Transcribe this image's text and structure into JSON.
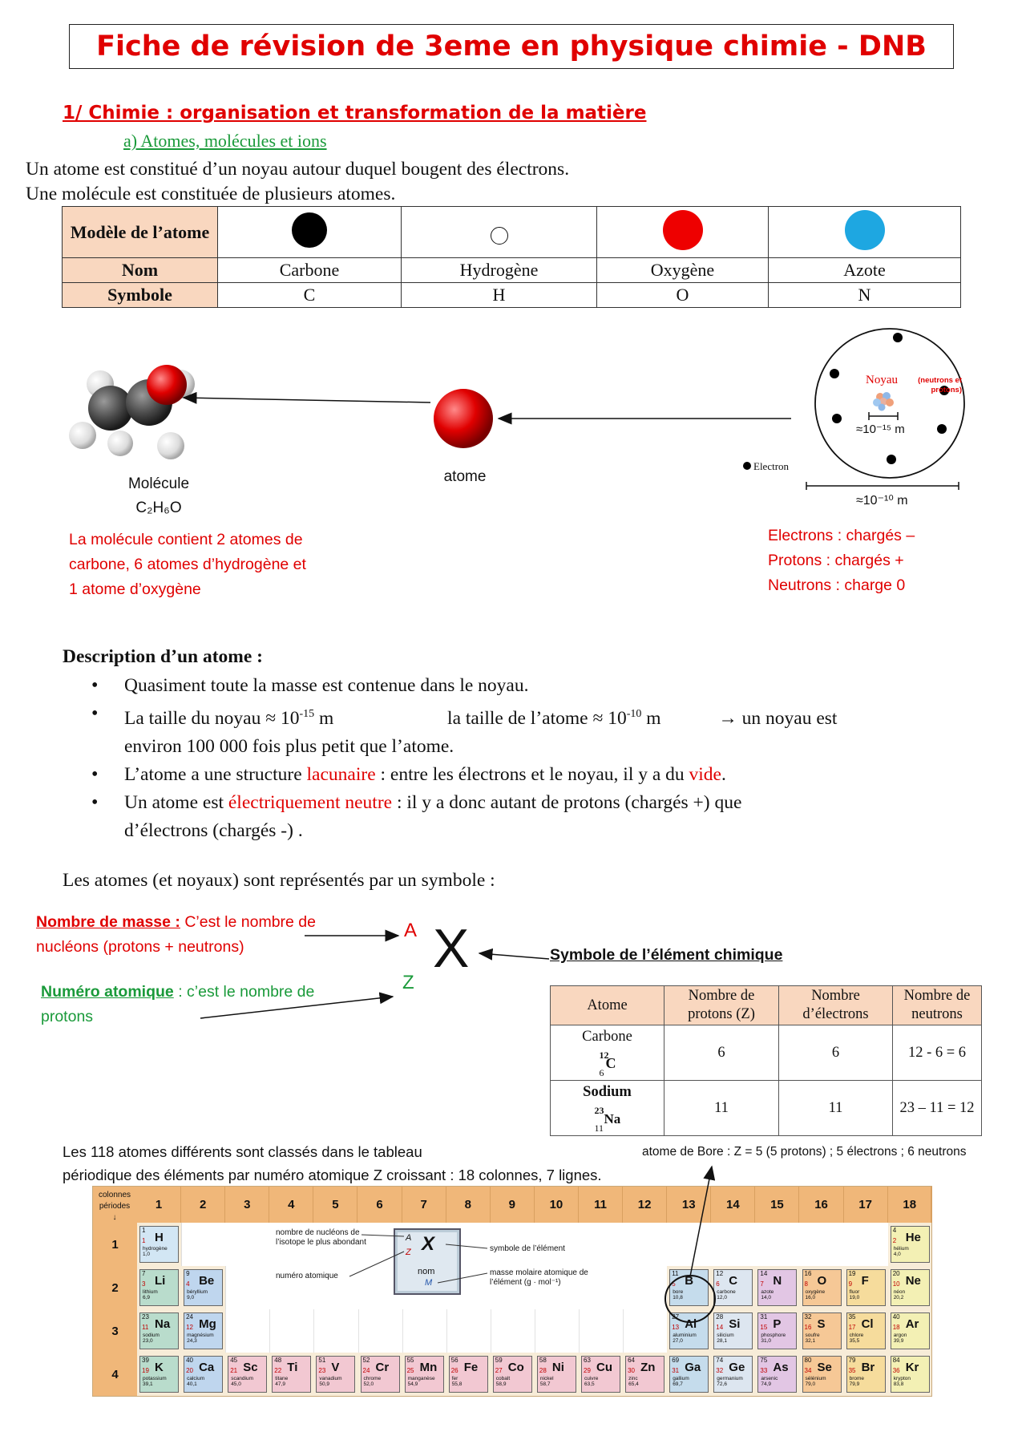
{
  "title": "Fiche de révision de 3eme en physique chimie - DNB",
  "section1": "1/ Chimie : organisation et transformation de la matière",
  "subsection_a": "a) Atomes, molécules et ions",
  "intro": [
    "Un atome est constitué d’un noyau autour duquel bougent des électrons.",
    "Une molécule est constituée de plusieurs atomes."
  ],
  "atom_table": {
    "row_model": "Modèle de l’atome",
    "row_name": "Nom",
    "row_symbol": "Symbole",
    "atoms": [
      {
        "name": "Carbone",
        "symbol": "C",
        "color": "#000000"
      },
      {
        "name": "Hydrogène",
        "symbol": "H",
        "color": "#ffffff"
      },
      {
        "name": "Oxygène",
        "symbol": "O",
        "color": "#ee0000"
      },
      {
        "name": "Azote",
        "symbol": "N",
        "color": "#1ea7e1"
      }
    ]
  },
  "diagram": {
    "molecule_label": "Molécule",
    "molecule_formula": "C₂H₆O",
    "atom_label": "atome",
    "nucleus_label": "Noyau",
    "nucleus_note": "(neutrons et protons)",
    "nucleus_size": "≈10⁻¹⁵ m",
    "atom_size": "≈10⁻¹⁰ m",
    "electron_label": "Electron",
    "molecule_note": [
      "La molécule contient 2 atomes de",
      "carbone, 6 atomes d’hydrogène et",
      "1 atome d’oxygène"
    ],
    "charges": [
      "Electrons : chargés –",
      "Protons : chargés +",
      "Neutrons : charge 0"
    ]
  },
  "description": {
    "heading": "Description d’un atome :",
    "b1": "Quasiment toute la masse est contenue dans le noyau.",
    "b2_a": "La taille du noyau ≈ 10",
    "b2_exp1": "-15",
    "b2_b": " m",
    "b2_c": "la taille de l’atome ≈ 10",
    "b2_exp2": "-10",
    "b2_d": " m",
    "b2_e": "→ un noyau est",
    "b2_line2": "environ 100 000 fois plus petit que l’atome.",
    "b3_a": "L’atome a une structure ",
    "b3_red1": "lacunaire",
    "b3_b": " : entre les électrons et le noyau, il y a du ",
    "b3_red2": "vide",
    "b3_c": ".",
    "b4_a": "Un atome est ",
    "b4_red": "électriquement neutre",
    "b4_b": " : il y a donc autant de protons (chargés +) que",
    "b4_line2": "d’électrons (chargés -) ."
  },
  "symbol_section": {
    "intro": "Les atomes (et noyaux) sont représentés par un symbole :",
    "mass_title": "Nombre de masse :",
    "mass_text1": " C’est le nombre de",
    "mass_text2": "nucléons (protons + neutrons)",
    "atomic_title": "Numéro atomique",
    "atomic_text1": " : c’est le nombre de",
    "atomic_text2": "protons",
    "A": "A",
    "Z": "Z",
    "X": "X",
    "symbol_label": "Symbole de l’élément chimique"
  },
  "nucleus_table": {
    "headers": [
      "Atome",
      "Nombre de protons (Z)",
      "Nombre d’électrons",
      "Nombre de neutrons"
    ],
    "rows": [
      {
        "name": "Carbone",
        "A": "12",
        "Z": "6",
        "sym": "C",
        "p": "6",
        "e": "6",
        "n": "12 - 6 = 6"
      },
      {
        "name": "Sodium",
        "A": "23",
        "Z": "11",
        "sym": "Na",
        "p": "11",
        "e": "11",
        "n": "23 – 11 = 12"
      }
    ]
  },
  "periodic": {
    "text1": "Les 118  atomes différents sont classés dans le tableau",
    "text2": "périodique des éléments par numéro atomique Z croissant : 18 colonnes, 7 lignes.",
    "bore_note": "atome de Bore : Z = 5 (5 protons) ; 5 électrons ; 6 neutrons",
    "corner1": "colonnes",
    "corner2": "périodes",
    "columns": [
      "1",
      "2",
      "3",
      "4",
      "5",
      "6",
      "7",
      "8",
      "9",
      "10",
      "11",
      "12",
      "13",
      "14",
      "15",
      "16",
      "17",
      "18"
    ],
    "periods": [
      "1",
      "2",
      "3",
      "4"
    ],
    "legend": {
      "nucleons": "nombre de nucléons de l’isotope le plus abondant",
      "atomic": "numéro atomique",
      "symbol": "symbole de l’élément",
      "molar": "masse molaire atomique de l’élément (g · mol⁻¹)",
      "A": "A",
      "Z": "Z",
      "X": "X",
      "nom": "nom",
      "M": "M"
    },
    "elements": [
      {
        "p": 0,
        "c": 0,
        "a": "1",
        "z": "1",
        "s": "H",
        "n": "hydrogène",
        "m": "1,0",
        "col": "#d2e6f4"
      },
      {
        "p": 0,
        "c": 17,
        "a": "4",
        "z": "2",
        "s": "He",
        "n": "hélium",
        "m": "4,0",
        "col": "#f3f0b4"
      },
      {
        "p": 1,
        "c": 0,
        "a": "7",
        "z": "3",
        "s": "Li",
        "n": "lithium",
        "m": "6,9",
        "col": "#b9dccc"
      },
      {
        "p": 1,
        "c": 1,
        "a": "9",
        "z": "4",
        "s": "Be",
        "n": "béryllium",
        "m": "9,0",
        "col": "#bfd6ee"
      },
      {
        "p": 1,
        "c": 12,
        "a": "11",
        "z": "5",
        "s": "B",
        "n": "bore",
        "m": "10,8",
        "col": "#c5dcec"
      },
      {
        "p": 1,
        "c": 13,
        "a": "12",
        "z": "6",
        "s": "C",
        "n": "carbone",
        "m": "12,0",
        "col": "#dde6f0"
      },
      {
        "p": 1,
        "c": 14,
        "a": "14",
        "z": "7",
        "s": "N",
        "n": "azote",
        "m": "14,0",
        "col": "#e2c6e4"
      },
      {
        "p": 1,
        "c": 15,
        "a": "16",
        "z": "8",
        "s": "O",
        "n": "oxygène",
        "m": "16,0",
        "col": "#f6c896"
      },
      {
        "p": 1,
        "c": 16,
        "a": "19",
        "z": "9",
        "s": "F",
        "n": "fluor",
        "m": "19,0",
        "col": "#f6dc9c"
      },
      {
        "p": 1,
        "c": 17,
        "a": "20",
        "z": "10",
        "s": "Ne",
        "n": "néon",
        "m": "20,2",
        "col": "#f3f0b4"
      },
      {
        "p": 2,
        "c": 0,
        "a": "23",
        "z": "11",
        "s": "Na",
        "n": "sodium",
        "m": "23,0",
        "col": "#b9dccc"
      },
      {
        "p": 2,
        "c": 1,
        "a": "24",
        "z": "12",
        "s": "Mg",
        "n": "magnésium",
        "m": "24,3",
        "col": "#bfd6ee"
      },
      {
        "p": 2,
        "c": 12,
        "a": "27",
        "z": "13",
        "s": "Al",
        "n": "aluminium",
        "m": "27,0",
        "col": "#c5dcec"
      },
      {
        "p": 2,
        "c": 13,
        "a": "28",
        "z": "14",
        "s": "Si",
        "n": "silicium",
        "m": "28,1",
        "col": "#dde6f0"
      },
      {
        "p": 2,
        "c": 14,
        "a": "31",
        "z": "15",
        "s": "P",
        "n": "phosphore",
        "m": "31,0",
        "col": "#e2c6e4"
      },
      {
        "p": 2,
        "c": 15,
        "a": "32",
        "z": "16",
        "s": "S",
        "n": "soufre",
        "m": "32,1",
        "col": "#f6c896"
      },
      {
        "p": 2,
        "c": 16,
        "a": "35",
        "z": "17",
        "s": "Cl",
        "n": "chlore",
        "m": "35,5",
        "col": "#f6dc9c"
      },
      {
        "p": 2,
        "c": 17,
        "a": "40",
        "z": "18",
        "s": "Ar",
        "n": "argon",
        "m": "39,9",
        "col": "#f3f0b4"
      },
      {
        "p": 3,
        "c": 0,
        "a": "39",
        "z": "19",
        "s": "K",
        "n": "potassium",
        "m": "39,1",
        "col": "#b9dccc"
      },
      {
        "p": 3,
        "c": 1,
        "a": "40",
        "z": "20",
        "s": "Ca",
        "n": "calcium",
        "m": "40,1",
        "col": "#bfd6ee"
      },
      {
        "p": 3,
        "c": 2,
        "a": "45",
        "z": "21",
        "s": "Sc",
        "n": "scandium",
        "m": "45,0",
        "col": "#f2c8d2"
      },
      {
        "p": 3,
        "c": 3,
        "a": "48",
        "z": "22",
        "s": "Ti",
        "n": "titane",
        "m": "47,9",
        "col": "#f2c8d2"
      },
      {
        "p": 3,
        "c": 4,
        "a": "51",
        "z": "23",
        "s": "V",
        "n": "vanadium",
        "m": "50,9",
        "col": "#f2c8d2"
      },
      {
        "p": 3,
        "c": 5,
        "a": "52",
        "z": "24",
        "s": "Cr",
        "n": "chrome",
        "m": "52,0",
        "col": "#f2c8d2"
      },
      {
        "p": 3,
        "c": 6,
        "a": "55",
        "z": "25",
        "s": "Mn",
        "n": "manganèse",
        "m": "54,9",
        "col": "#f2c8d2"
      },
      {
        "p": 3,
        "c": 7,
        "a": "56",
        "z": "26",
        "s": "Fe",
        "n": "fer",
        "m": "55,8",
        "col": "#f2c8d2"
      },
      {
        "p": 3,
        "c": 8,
        "a": "59",
        "z": "27",
        "s": "Co",
        "n": "cobalt",
        "m": "58,9",
        "col": "#f2c8d2"
      },
      {
        "p": 3,
        "c": 9,
        "a": "58",
        "z": "28",
        "s": "Ni",
        "n": "nickel",
        "m": "58,7",
        "col": "#f2c8d2"
      },
      {
        "p": 3,
        "c": 10,
        "a": "63",
        "z": "29",
        "s": "Cu",
        "n": "cuivre",
        "m": "63,5",
        "col": "#f2c8d2"
      },
      {
        "p": 3,
        "c": 11,
        "a": "64",
        "z": "30",
        "s": "Zn",
        "n": "zinc",
        "m": "65,4",
        "col": "#f2c8d2"
      },
      {
        "p": 3,
        "c": 12,
        "a": "69",
        "z": "31",
        "s": "Ga",
        "n": "gallium",
        "m": "69,7",
        "col": "#c5dcec"
      },
      {
        "p": 3,
        "c": 13,
        "a": "74",
        "z": "32",
        "s": "Ge",
        "n": "germanium",
        "m": "72,6",
        "col": "#dde6f0"
      },
      {
        "p": 3,
        "c": 14,
        "a": "75",
        "z": "33",
        "s": "As",
        "n": "arsenic",
        "m": "74,9",
        "col": "#e2c6e4"
      },
      {
        "p": 3,
        "c": 15,
        "a": "80",
        "z": "34",
        "s": "Se",
        "n": "sélénium",
        "m": "79,0",
        "col": "#f6c896"
      },
      {
        "p": 3,
        "c": 16,
        "a": "79",
        "z": "35",
        "s": "Br",
        "n": "brome",
        "m": "79,9",
        "col": "#f6dc9c"
      },
      {
        "p": 3,
        "c": 17,
        "a": "84",
        "z": "36",
        "s": "Kr",
        "n": "krypton",
        "m": "83,8",
        "col": "#f3f0b4"
      }
    ]
  }
}
